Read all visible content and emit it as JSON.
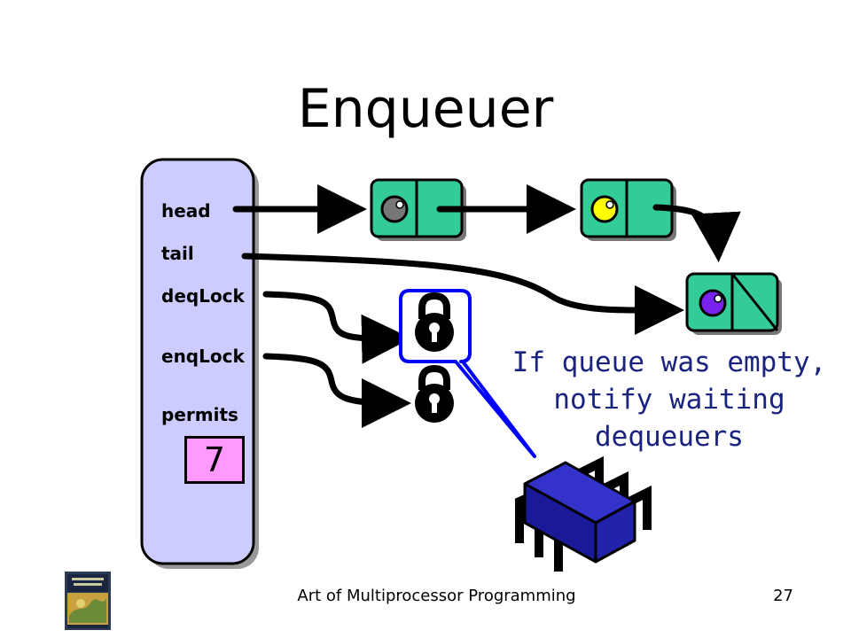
{
  "slide": {
    "title": "Enqueuer",
    "fields": [
      "head",
      "tail",
      "deqLock",
      "enqLock",
      "permits"
    ],
    "permits_value": "7",
    "note_lines": [
      "If queue was empty,",
      "notify waiting",
      "dequeuers"
    ],
    "footer_text": "Art of Multiprocessor Programming",
    "page_number": "27"
  },
  "colors": {
    "queue_panel": "#ccccff",
    "node_fill": "#33cc99",
    "permits_fill": "#ff99ff",
    "lock_callout": "#0000ff",
    "thread_chip": "#3333cc",
    "note_text": "#1a237e",
    "node1_ball": "#777777",
    "node2_ball": "#ffff00",
    "node3_ball": "#7722ee"
  },
  "icons": [
    "lock-icon",
    "thread-chip-icon",
    "book-cover-icon"
  ]
}
